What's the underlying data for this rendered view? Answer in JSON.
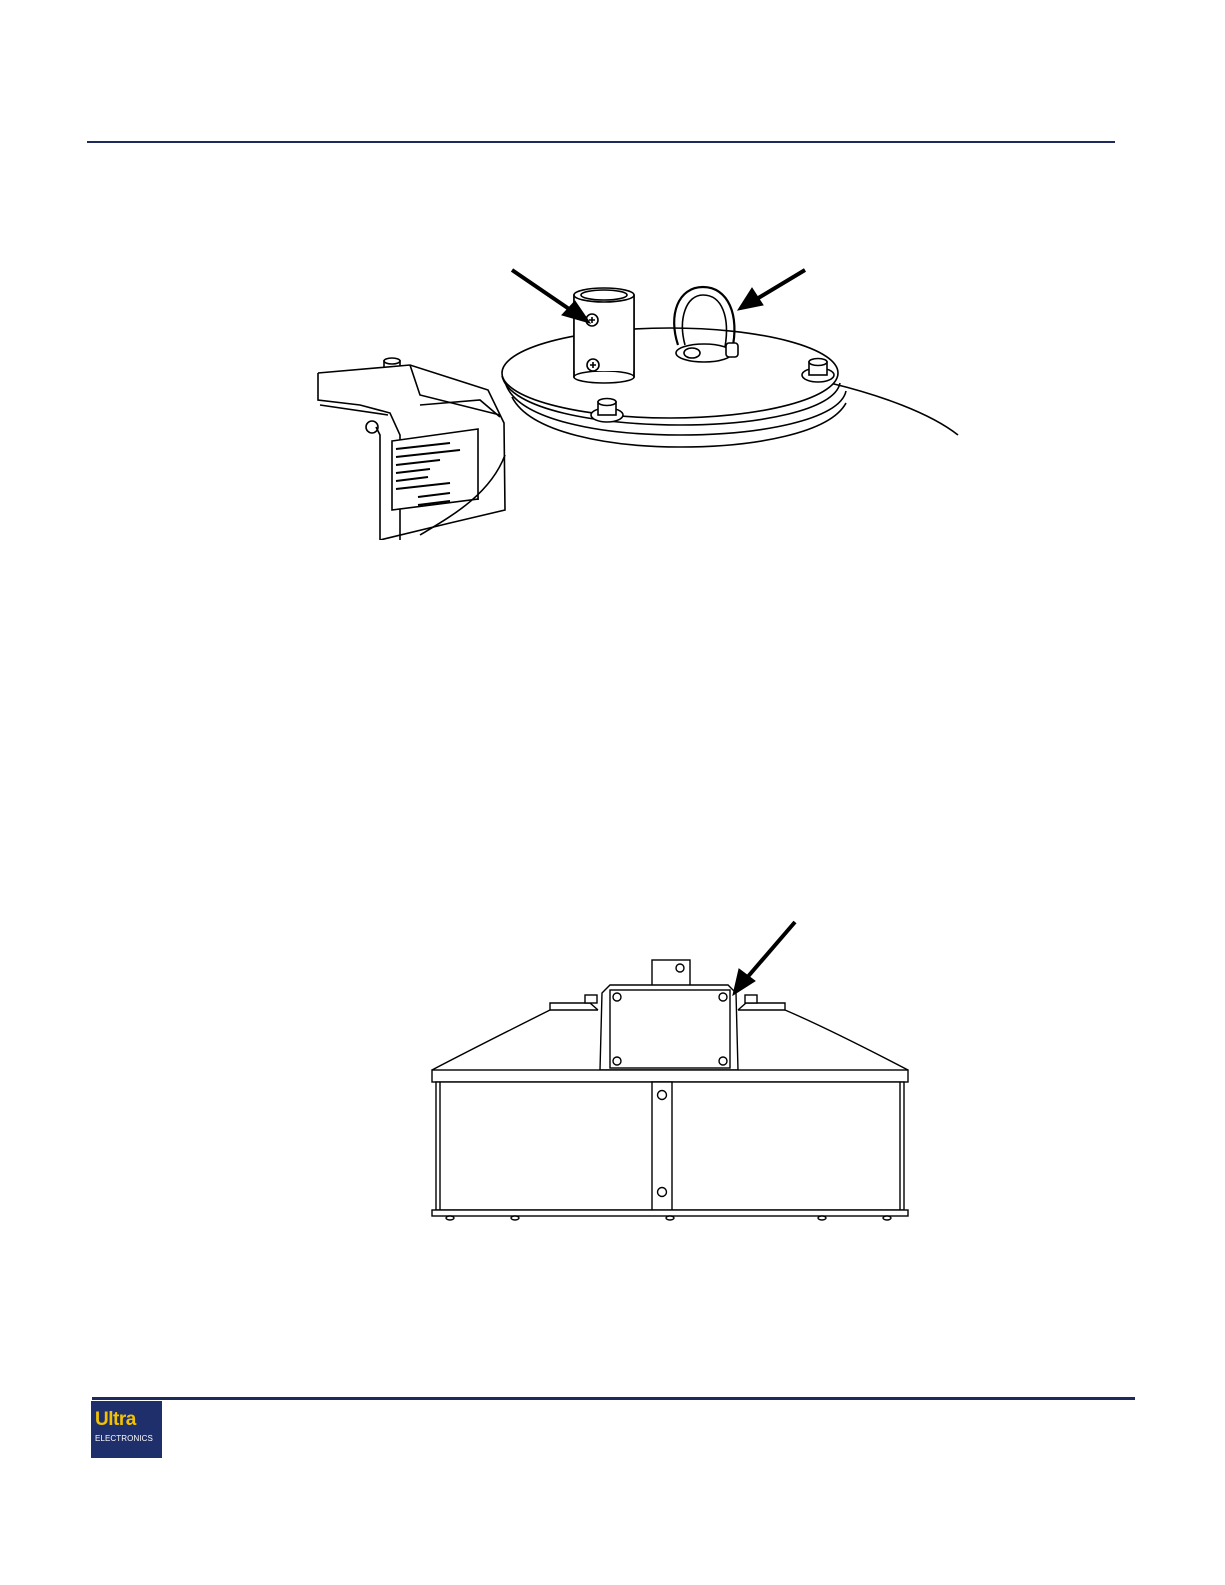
{
  "logo": {
    "word": "Ultra",
    "sub": "ELECTRONICS",
    "brand_color": "#1f2f6b",
    "accent_color": "#f2c200"
  },
  "colors": {
    "rule": "#1f2a5c",
    "line": "#000000"
  },
  "figures": [
    {
      "name": "speaker-top-view",
      "arrows": 2
    },
    {
      "name": "speaker-side-view",
      "arrows": 1
    }
  ]
}
